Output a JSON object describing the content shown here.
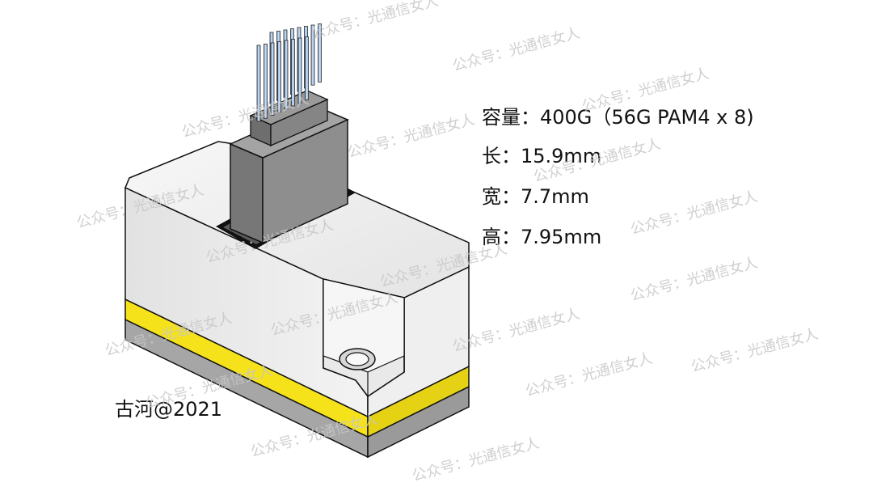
{
  "specs": {
    "capacity": "容量：400G（56G PAM4 x 8)",
    "length": "长：15.9mm",
    "width": "宽：7.7mm",
    "height": "高：7.95mm"
  },
  "credit": "古河@2021",
  "watermark": "公众号：光通信女人",
  "colors": {
    "body_light": "#f2f2f2",
    "body_mid": "#d9d9d9",
    "body_dark": "#bdbdbd",
    "yellow_band": "#f5e21b",
    "gray_base": "#a6a6a6",
    "connector": "#8a8a8a",
    "connector_dark": "#6b6b6b",
    "pins": "#a9c6e8",
    "outline": "#111111"
  }
}
